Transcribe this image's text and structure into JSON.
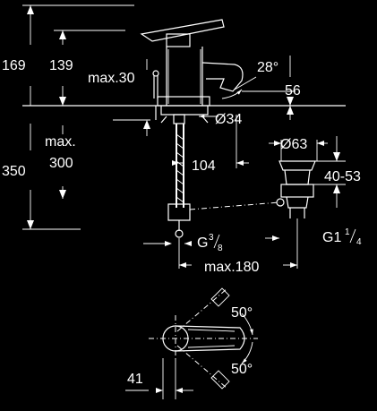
{
  "dimensions": {
    "h169": "169",
    "h139": "139",
    "max30": "max.30",
    "angle28": "28°",
    "h56": "56",
    "d34": "Ø34",
    "max_label": "max.",
    "max_value": "300",
    "h350": "350",
    "w104": "104",
    "d63": "Ø63",
    "range4053": "40-53",
    "g38_base": "G",
    "g38_num": "3",
    "g38_den": "8",
    "g114_base": "G1",
    "g114_num": "1",
    "g114_den": "4",
    "max180": "max.180",
    "angle50_top": "50°",
    "angle50_bottom": "50°",
    "w41": "41"
  }
}
